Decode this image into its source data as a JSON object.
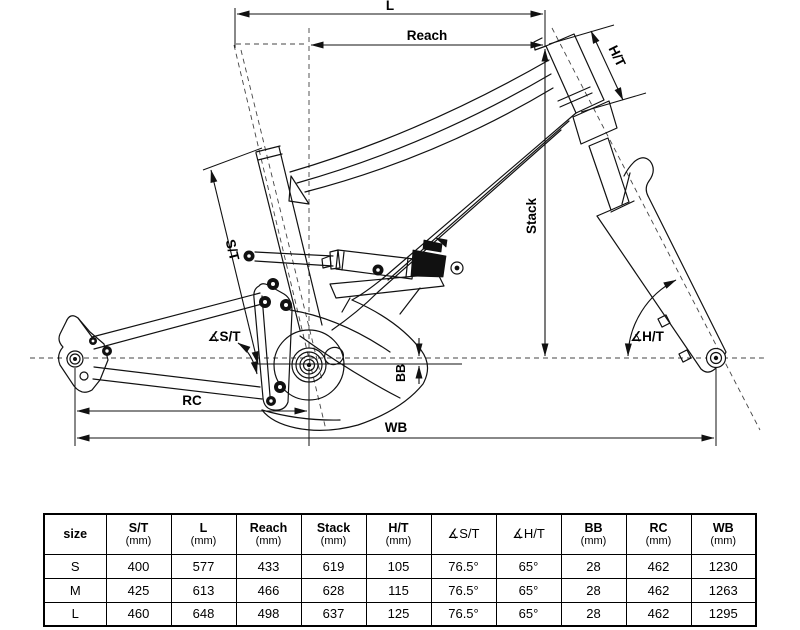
{
  "diagram": {
    "labels": {
      "top_length": "L",
      "reach": "Reach",
      "head_tube": "H/T",
      "stack": "Stack",
      "seat_tube": "S/T",
      "seat_tube_angle": "∡S/T",
      "head_tube_angle": "∡H/T",
      "bb_drop": "BB",
      "rear_center": "RC",
      "wheelbase": "WB"
    }
  },
  "table": {
    "columns": [
      {
        "label": "size",
        "unit": ""
      },
      {
        "label": "S/T",
        "unit": "(mm)"
      },
      {
        "label": "L",
        "unit": "(mm)"
      },
      {
        "label": "Reach",
        "unit": "(mm)"
      },
      {
        "label": "Stack",
        "unit": "(mm)"
      },
      {
        "label": "H/T",
        "unit": "(mm)"
      },
      {
        "label": "∡S/T",
        "unit": ""
      },
      {
        "label": "∡H/T",
        "unit": ""
      },
      {
        "label": "BB",
        "unit": "(mm)"
      },
      {
        "label": "RC",
        "unit": "(mm)"
      },
      {
        "label": "WB",
        "unit": "(mm)"
      }
    ],
    "rows": [
      {
        "cells": [
          "S",
          "400",
          "577",
          "433",
          "619",
          "105",
          "76.5°",
          "65°",
          "28",
          "462",
          "1230"
        ]
      },
      {
        "cells": [
          "M",
          "425",
          "613",
          "466",
          "628",
          "115",
          "76.5°",
          "65°",
          "28",
          "462",
          "1263"
        ]
      },
      {
        "cells": [
          "L",
          "460",
          "648",
          "498",
          "637",
          "125",
          "76.5°",
          "65°",
          "28",
          "462",
          "1295"
        ]
      }
    ]
  },
  "colors": {
    "line": "#111111",
    "background": "#ffffff"
  }
}
